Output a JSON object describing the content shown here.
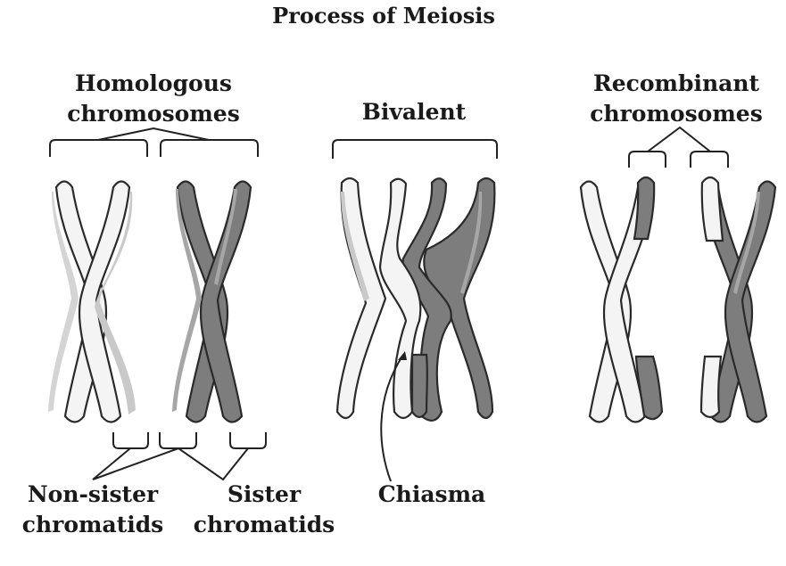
{
  "title": "Process of Meiosis",
  "labels": {
    "homologous_line1": "Homologous",
    "homologous_line2": "chromosomes",
    "bivalent": "Bivalent",
    "recombinant_line1": "Recombinant",
    "recombinant_line2": "chromosomes",
    "non_sister_line1": "Non-sister",
    "non_sister_line2": "chromatids",
    "sister_line1": "Sister",
    "sister_line2": "chromatids",
    "chiasma": "Chiasma"
  },
  "colors": {
    "light_chromosome": "#f4f4f4",
    "dark_chromosome": "#7d7d7d",
    "outline": "#2a2a2a"
  }
}
